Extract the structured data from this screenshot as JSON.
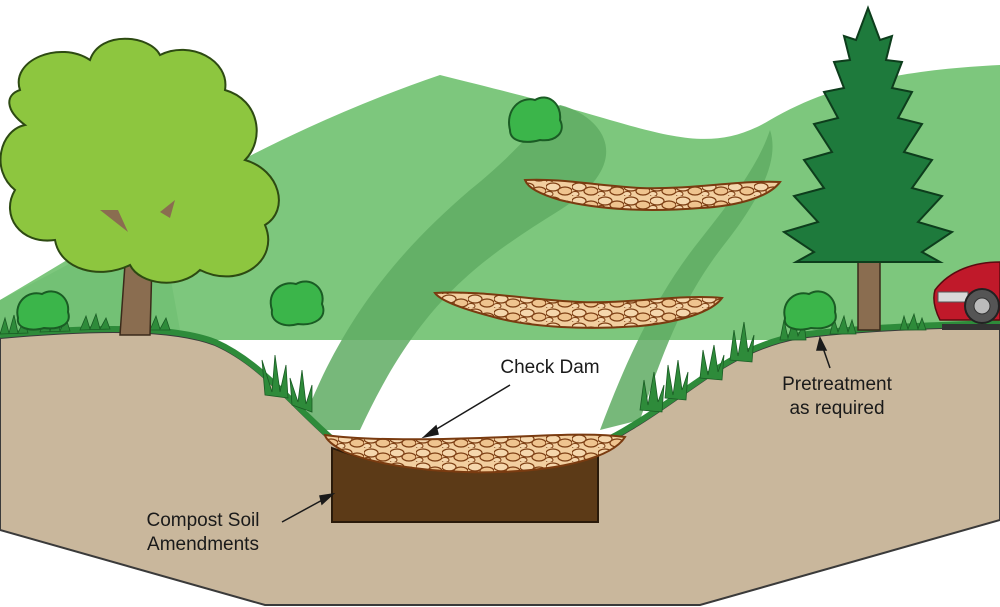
{
  "labels": {
    "check_dam": "Check Dam",
    "pretreatment_line1": "Pretreatment",
    "pretreatment_line2": "as required",
    "compost_line1": "Compost Soil",
    "compost_line2": "Amendments"
  },
  "colors": {
    "soil": "#c9b79c",
    "hill_light": "#7dc77d",
    "hill_dark": "#5fab63",
    "grass": "#2e8b3a",
    "tree_canopy": "#8dc63f",
    "tree_trunk": "#8a6d50",
    "pine": "#1e7a3c",
    "shrub": "#3bb54a",
    "stone": "#f2cfa0",
    "compost": "#5c3a17",
    "car": "#c0192a"
  }
}
